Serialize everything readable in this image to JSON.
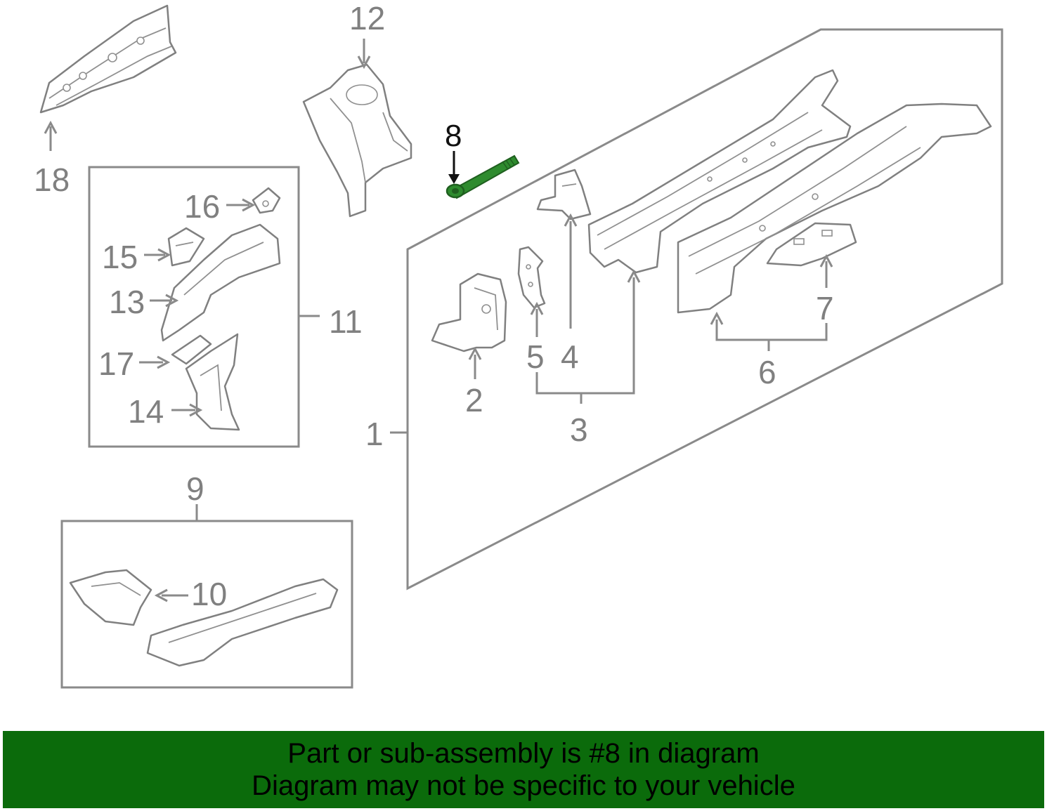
{
  "diagram": {
    "callouts": [
      {
        "id": "1",
        "label": "1"
      },
      {
        "id": "2",
        "label": "2"
      },
      {
        "id": "3",
        "label": "3"
      },
      {
        "id": "4",
        "label": "4"
      },
      {
        "id": "5",
        "label": "5"
      },
      {
        "id": "6",
        "label": "6"
      },
      {
        "id": "7",
        "label": "7"
      },
      {
        "id": "8",
        "label": "8",
        "highlighted": true
      },
      {
        "id": "9",
        "label": "9"
      },
      {
        "id": "10",
        "label": "10"
      },
      {
        "id": "11",
        "label": "11"
      },
      {
        "id": "12",
        "label": "12"
      },
      {
        "id": "13",
        "label": "13"
      },
      {
        "id": "14",
        "label": "14"
      },
      {
        "id": "15",
        "label": "15"
      },
      {
        "id": "16",
        "label": "16"
      },
      {
        "id": "17",
        "label": "17"
      },
      {
        "id": "18",
        "label": "18"
      }
    ],
    "highlight_color": "#2e8b2e",
    "line_color": "#808080"
  },
  "banner": {
    "line1": "Part or sub-assembly is #8 in diagram",
    "line2": "Diagram may not be specific to your vehicle",
    "background": "#0b6b0b"
  }
}
